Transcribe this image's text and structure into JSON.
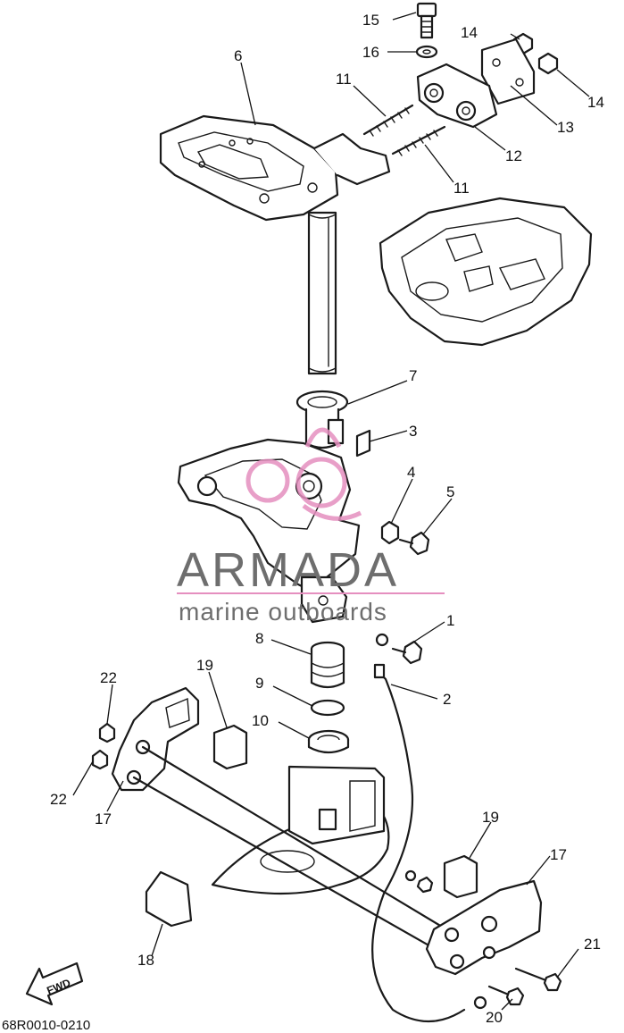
{
  "diagram": {
    "code": "68R0010-0210",
    "fwd_label": "FWD",
    "callouts": [
      {
        "id": "c15",
        "label": "15"
      },
      {
        "id": "c16",
        "label": "16"
      },
      {
        "id": "c14a",
        "label": "14"
      },
      {
        "id": "c14b",
        "label": "14"
      },
      {
        "id": "c6",
        "label": "6"
      },
      {
        "id": "c11a",
        "label": "11"
      },
      {
        "id": "c13",
        "label": "13"
      },
      {
        "id": "c12",
        "label": "12"
      },
      {
        "id": "c11b",
        "label": "11"
      },
      {
        "id": "c7",
        "label": "7"
      },
      {
        "id": "c3",
        "label": "3"
      },
      {
        "id": "c4",
        "label": "4"
      },
      {
        "id": "c5",
        "label": "5"
      },
      {
        "id": "c1",
        "label": "1"
      },
      {
        "id": "c8",
        "label": "8"
      },
      {
        "id": "c2",
        "label": "2"
      },
      {
        "id": "c9",
        "label": "9"
      },
      {
        "id": "c10",
        "label": "10"
      },
      {
        "id": "c19a",
        "label": "19"
      },
      {
        "id": "c22a",
        "label": "22"
      },
      {
        "id": "c22b",
        "label": "22"
      },
      {
        "id": "c17a",
        "label": "17"
      },
      {
        "id": "c19b",
        "label": "19"
      },
      {
        "id": "c17b",
        "label": "17"
      },
      {
        "id": "c18",
        "label": "18"
      },
      {
        "id": "c21",
        "label": "21"
      },
      {
        "id": "c20",
        "label": "20"
      }
    ]
  },
  "watermark": {
    "brand": "ARMADA",
    "tagline": "marine outboards",
    "accent_color": "#e58fbf",
    "text_color": "#6e6e6e"
  }
}
